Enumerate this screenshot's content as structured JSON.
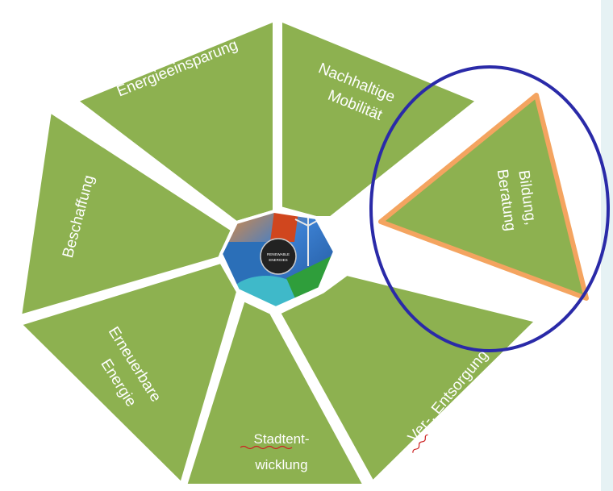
{
  "segments": {
    "energieeinsparung": "Energieeinsparung",
    "mobilitaet_line1": "Nachhaltige",
    "mobilitaet_line2": "Mobilität",
    "bildung_line1": "Bildung,",
    "bildung_line2": "Beratung",
    "entsorgung_ver": "Ver",
    "entsorgung_rest": "-, Entsorgung",
    "stadt_line1": "Stadtent-",
    "stadt_line2": "wicklung",
    "energie_line1": "Erneuerbare",
    "energie_line2": "Energie",
    "beschaffung": "Beschaffung"
  },
  "center": {
    "badge_line1": "RENEWABLE",
    "badge_line2": "ENERGIES"
  },
  "colors": {
    "segment_fill": "#8db150",
    "highlight_border": "#f4a460",
    "circle_stroke": "#2a2aa8",
    "sidebar_bg": "#e6f2f4"
  }
}
